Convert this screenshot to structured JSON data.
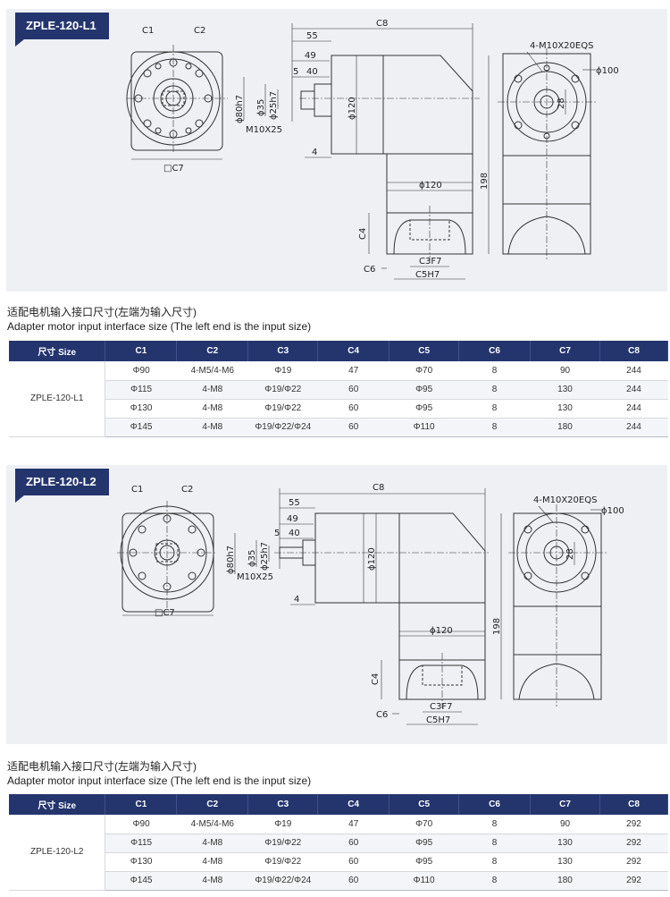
{
  "sections": [
    {
      "model": "ZPLE-120-L1",
      "caption_cn": "适配电机输入接口尺寸(左端为输入尺寸)",
      "caption_en": "Adapter motor input interface size (The left end is the input size)",
      "drawing_labels": {
        "c1": "C1",
        "c2": "C2",
        "c7": "□C7",
        "c8": "C8",
        "d55": "55",
        "d49": "49",
        "d5": "5",
        "d40": "40",
        "phi80": "ϕ80h7",
        "phi35": "ϕ35",
        "phi25": "ϕ25h7",
        "m10": "M10X25",
        "d4": "4",
        "phi120a": "ϕ120",
        "phi120b": "ϕ120",
        "d198": "198",
        "c4": "C4",
        "c6": "C6",
        "c3": "C3F7",
        "c5": "C5H7",
        "bolts": "4-M10X20EQS",
        "phi100": "ϕ100",
        "d28": "28"
      },
      "table": {
        "headers": [
          "尺寸 Size",
          "C1",
          "C2",
          "C3",
          "C4",
          "C5",
          "C6",
          "C7",
          "C8"
        ],
        "size_label": "ZPLE-120-L1",
        "rows": [
          [
            "Φ90",
            "4-M5/4-M6",
            "Φ19",
            "47",
            "Φ70",
            "8",
            "90",
            "244"
          ],
          [
            "Φ115",
            "4-M8",
            "Φ19/Φ22",
            "60",
            "Φ95",
            "8",
            "130",
            "244"
          ],
          [
            "Φ130",
            "4-M8",
            "Φ19/Φ22",
            "60",
            "Φ95",
            "8",
            "130",
            "244"
          ],
          [
            "Φ145",
            "4-M8",
            "Φ19/Φ22/Φ24",
            "60",
            "Φ110",
            "8",
            "180",
            "244"
          ]
        ]
      }
    },
    {
      "model": "ZPLE-120-L2",
      "caption_cn": "适配电机输入接口尺寸(左端为输入尺寸)",
      "caption_en": "Adapter motor input interface size (The left end is the input size)",
      "drawing_labels": {
        "c1": "C1",
        "c2": "C2",
        "c7": "□C7",
        "c8": "C8",
        "d55": "55",
        "d49": "49",
        "d5": "5",
        "d40": "40",
        "phi80": "ϕ80h7",
        "phi35": "ϕ35",
        "phi25": "ϕ25h7",
        "m10": "M10X25",
        "d4": "4",
        "phi120a": "ϕ120",
        "phi120b": "ϕ120",
        "d198": "198",
        "c4": "C4",
        "c6": "C6",
        "c3": "C3F7",
        "c5": "C5H7",
        "bolts": "4-M10X20EQS",
        "phi100": "ϕ100",
        "d28": "28"
      },
      "table": {
        "headers": [
          "尺寸 Size",
          "C1",
          "C2",
          "C3",
          "C4",
          "C5",
          "C6",
          "C7",
          "C8"
        ],
        "size_label": "ZPLE-120-L2",
        "rows": [
          [
            "Φ90",
            "4-M5/4-M6",
            "Φ19",
            "47",
            "Φ70",
            "8",
            "90",
            "292"
          ],
          [
            "Φ115",
            "4-M8",
            "Φ19/Φ22",
            "60",
            "Φ95",
            "8",
            "130",
            "292"
          ],
          [
            "Φ130",
            "4-M8",
            "Φ19/Φ22",
            "60",
            "Φ95",
            "8",
            "130",
            "292"
          ],
          [
            "Φ145",
            "4-M8",
            "Φ19/Φ22/Φ24",
            "60",
            "Φ110",
            "8",
            "180",
            "292"
          ]
        ]
      }
    }
  ]
}
